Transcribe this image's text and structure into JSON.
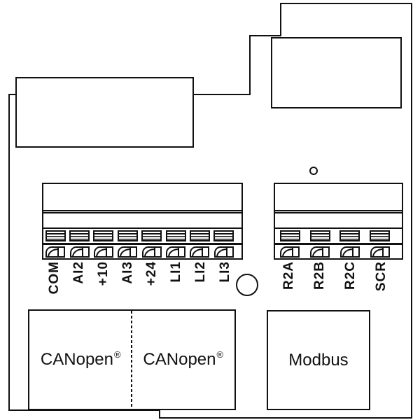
{
  "diagram": {
    "name": "drive-control-terminals-diagram",
    "colors": {
      "line": "#111111",
      "background": "#ffffff"
    },
    "terminal_blocks": {
      "left": {
        "labels": [
          "COM",
          "AI2",
          "+10",
          "AI3",
          "+24",
          "LI1",
          "LI2",
          "LI3"
        ]
      },
      "right": {
        "labels": [
          "R2A",
          "R2B",
          "R2C",
          "SCR"
        ]
      }
    },
    "connectors": {
      "canopen_left": {
        "label": "CANopen",
        "reg": "®"
      },
      "canopen_right": {
        "label": "CANopen",
        "reg": "®"
      },
      "modbus": {
        "label": "Modbus"
      }
    }
  }
}
